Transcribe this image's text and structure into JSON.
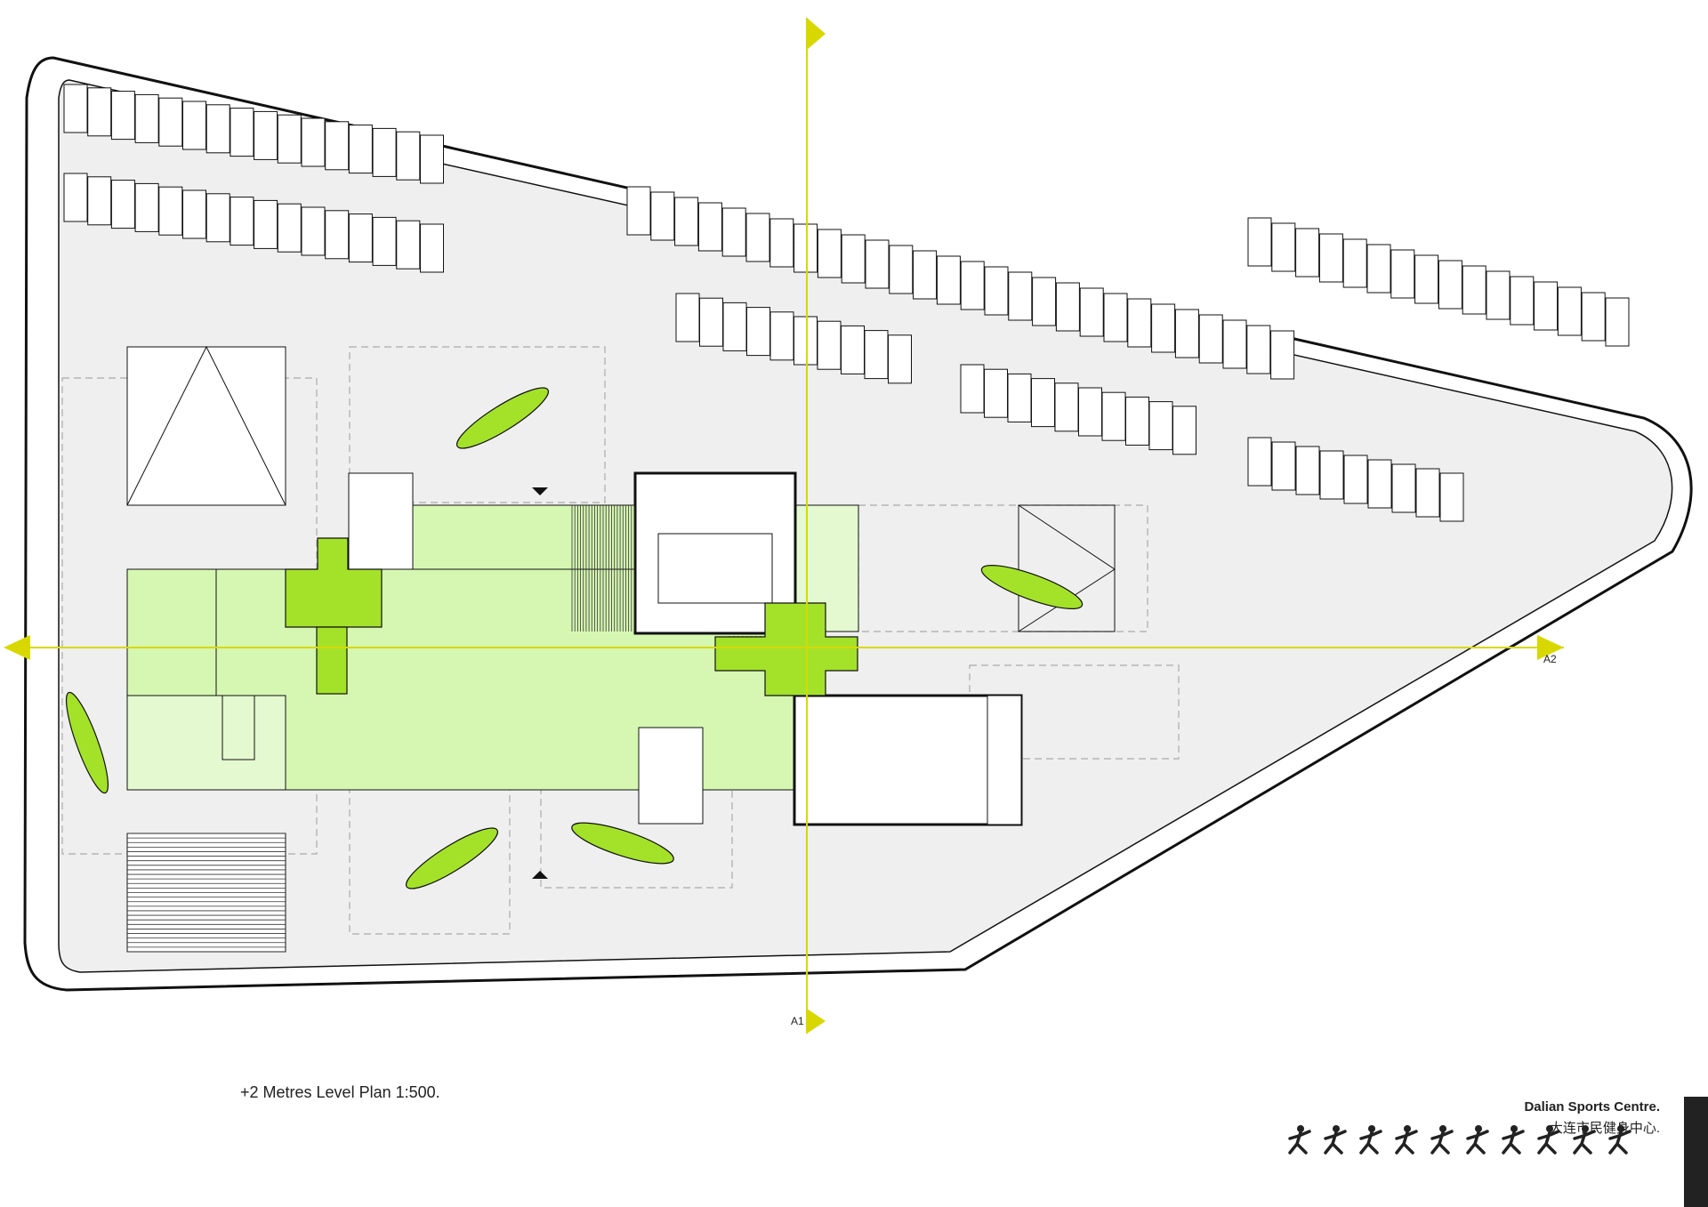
{
  "plan_title": "+2 Metres Level Plan 1:500.",
  "project": {
    "title": "Dalian Sports Centre.",
    "subtitle": "大连市民健身中心."
  },
  "section_markers": {
    "a1": "A1",
    "a2": "A2"
  },
  "colors": {
    "site_fill": "#efeff0",
    "green_light": "#d6f7b2",
    "green_mid": "#e4f9cf",
    "green_bright": "#a4e22a",
    "section_line": "#d8d800",
    "line": "#111111"
  },
  "sport_icons": [
    "badminton-icon",
    "running-icon",
    "fencing-icon",
    "basketball-icon",
    "swimming-icon",
    "gymnastics-icon",
    "volleyball-icon",
    "wrestling-icon",
    "weightlifting-icon",
    "dance-icon"
  ]
}
